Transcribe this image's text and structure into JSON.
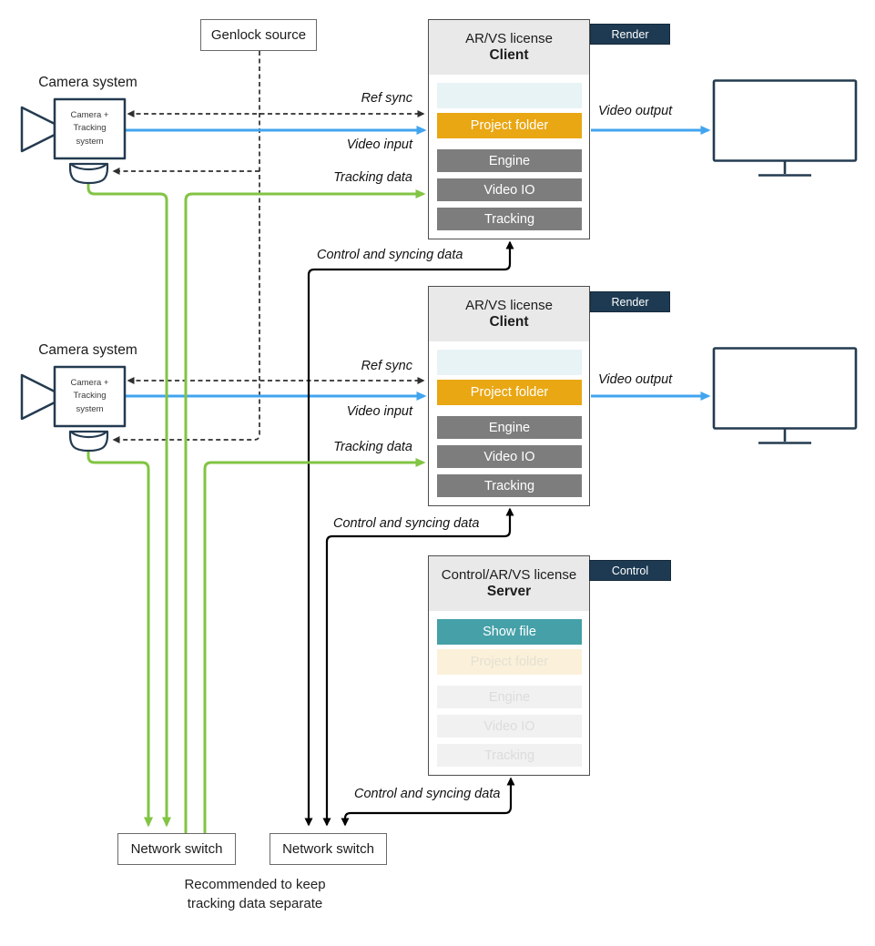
{
  "diagram": {
    "genlock": {
      "label": "Genlock source"
    },
    "cameras": [
      {
        "title": "Camera system",
        "body": [
          "Camera +",
          "Tracking",
          "system"
        ]
      },
      {
        "title": "Camera system",
        "body": [
          "Camera +",
          "Tracking",
          "system"
        ]
      }
    ],
    "clients": [
      {
        "license": "AR/VS license",
        "role": "Client",
        "tag": "Render",
        "modules": {
          "project_folder": "Project folder",
          "engine": "Engine",
          "video_io": "Video IO",
          "tracking": "Tracking"
        }
      },
      {
        "license": "AR/VS license",
        "role": "Client",
        "tag": "Render",
        "modules": {
          "project_folder": "Project folder",
          "engine": "Engine",
          "video_io": "Video IO",
          "tracking": "Tracking"
        }
      }
    ],
    "server": {
      "license": "Control/AR/VS license",
      "role": "Server",
      "tag": "Control",
      "modules": {
        "show_file": "Show file",
        "project_folder": "Project folder",
        "engine": "Engine",
        "video_io": "Video IO",
        "tracking": "Tracking"
      }
    },
    "switches": [
      {
        "label": "Network switch"
      },
      {
        "label": "Network switch"
      }
    ],
    "note": [
      "Recommended to keep",
      "tracking data separate"
    ],
    "flow_labels": {
      "row1": {
        "ref_sync": "Ref sync",
        "video_input": "Video input",
        "tracking_data": "Tracking data",
        "video_output": "Video output",
        "control_sync": "Control and syncing data"
      },
      "row2": {
        "ref_sync": "Ref sync",
        "video_input": "Video input",
        "tracking_data": "Tracking data",
        "video_output": "Video output",
        "control_sync": "Control and syncing data"
      },
      "server_control_sync": "Control and syncing data"
    },
    "colors": {
      "line_blue": "#42a4ef",
      "line_green": "#82c443",
      "line_black": "#000000",
      "line_dashed": "#2f2f2f",
      "tag_navy": "#1d3a52",
      "icon_navy": "#243b50",
      "module_orange": "#e9a713",
      "module_teal": "#45a0a8",
      "module_gray": "#7d7d7d",
      "header_gray": "#e9e9e9",
      "slot_ice": "#e8f3f6",
      "faded_cream": "#fbf1da",
      "faded_gray": "#f1f1f1"
    }
  }
}
